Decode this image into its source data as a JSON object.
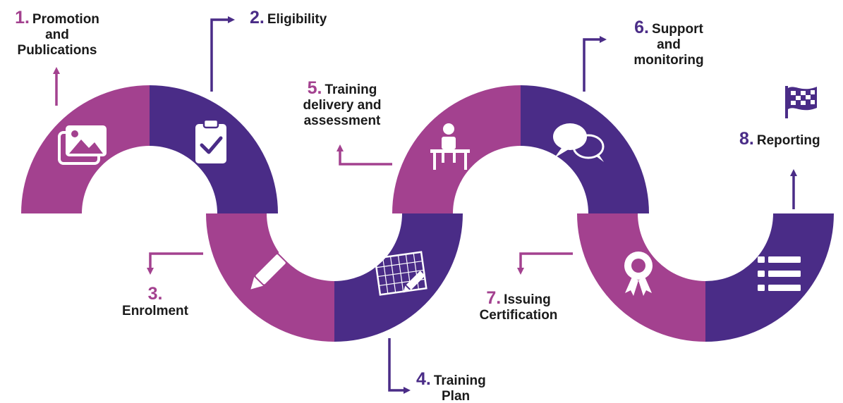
{
  "colors": {
    "purple": "#a3418f",
    "indigo": "#4a2c87",
    "icon": "#ffffff",
    "text": "#1a1a1a"
  },
  "steps": [
    {
      "num": "1.",
      "line1": "Promotion",
      "line2": "and",
      "line3": "Publications",
      "icon": "image-gallery-icon"
    },
    {
      "num": "2.",
      "line1": "Eligibility",
      "icon": "clipboard-check-icon"
    },
    {
      "num": "3.",
      "line1": "Enrolment",
      "icon": "pencil-icon"
    },
    {
      "num": "4.",
      "line1": "Training",
      "line2": "Plan",
      "icon": "grid-plan-pencil-icon"
    },
    {
      "num": "5.",
      "line1": "Training",
      "line2": "delivery and",
      "line3": "assessment",
      "icon": "person-at-desk-icon"
    },
    {
      "num": "6.",
      "line1": "Support",
      "line2": "and",
      "line3": "monitoring",
      "icon": "speech-bubbles-icon"
    },
    {
      "num": "7.",
      "line1": "Issuing",
      "line2": "Certification",
      "icon": "award-ribbon-icon"
    },
    {
      "num": "8.",
      "line1": "Reporting",
      "icon": "checkered-flag-icon"
    }
  ]
}
